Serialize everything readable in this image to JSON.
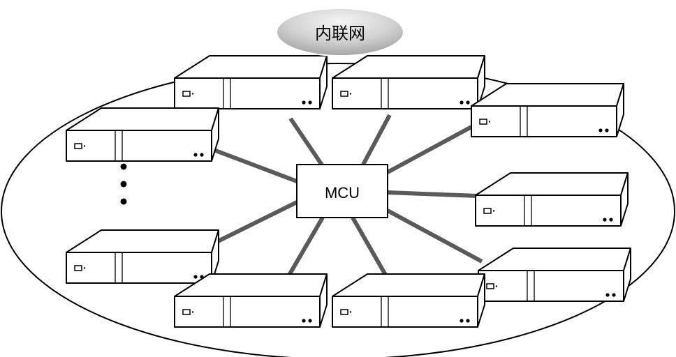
{
  "network": {
    "label": "内联网"
  },
  "mcu": {
    "label": "MCU"
  },
  "terminals": {
    "count": 9,
    "more_indicator": "vertical-ellipsis-dots"
  },
  "colors": {
    "outline": "#000000",
    "link": "#5a5a5a",
    "cloud_light": "#f2f2f2",
    "cloud_dark": "#a8a8a8",
    "background": "#ffffff"
  },
  "icons": [
    "device-box-icon",
    "led-icon",
    "cloud-badge-icon"
  ]
}
